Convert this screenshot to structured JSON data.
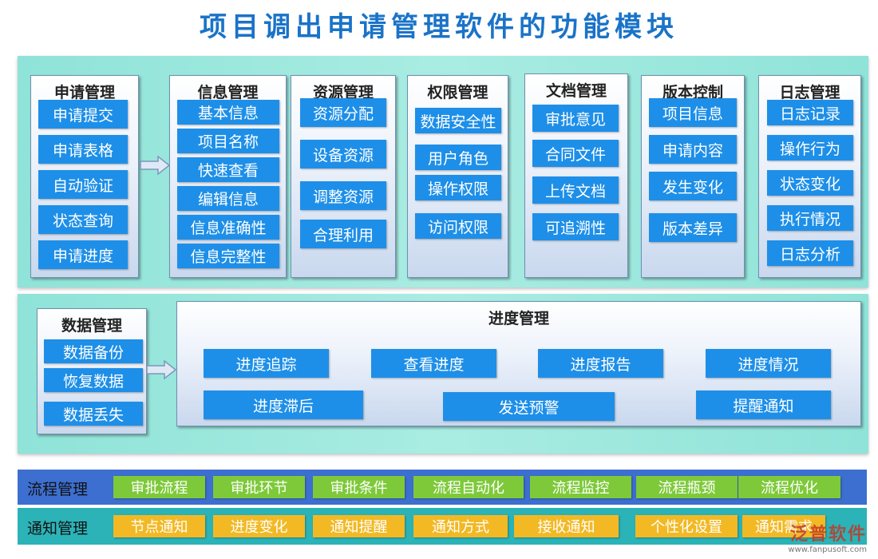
{
  "title": "项目调出申请管理软件的功能模块",
  "colors": {
    "accent": "#1e8fe8",
    "band": "#a9ece2",
    "flow_strip": "#3d6fd1",
    "notify_strip": "#2bb3b7",
    "green": "#7ec93a",
    "yellow": "#f2b924"
  },
  "apply": {
    "title": "申请管理",
    "items": [
      "申请提交",
      "申请表格",
      "自动验证",
      "状态查询",
      "申请进度"
    ]
  },
  "info": {
    "title": "信息管理",
    "items": [
      "基本信息",
      "项目名称",
      "快速查看",
      "编辑信息",
      "信息准确性",
      "信息完整性"
    ]
  },
  "resource": {
    "title": "资源管理",
    "items": [
      "资源分配",
      "设备资源",
      "调整资源",
      "合理利用"
    ]
  },
  "permission": {
    "title": "权限管理",
    "items": [
      "数据安全性",
      "用户角色",
      "操作权限",
      "访问权限"
    ]
  },
  "document": {
    "title": "文档管理",
    "items": [
      "审批意见",
      "合同文件",
      "上传文档",
      "可追溯性"
    ]
  },
  "version": {
    "title": "版本控制",
    "items": [
      "项目信息",
      "申请内容",
      "发生变化",
      "版本差异"
    ]
  },
  "log": {
    "title": "日志管理",
    "items": [
      "日志记录",
      "操作行为",
      "状态变化",
      "执行情况",
      "日志分析"
    ]
  },
  "data_mgmt": {
    "title": "数据管理",
    "items": [
      "数据备份",
      "恢复数据",
      "数据丢失"
    ]
  },
  "progress": {
    "title": "进度管理",
    "items": [
      "进度追踪",
      "查看进度",
      "进度报告",
      "进度情况",
      "进度滞后",
      "发送预警",
      "提醒通知"
    ]
  },
  "flow": {
    "label": "流程管理",
    "items": [
      "审批流程",
      "审批环节",
      "审批条件",
      "流程自动化",
      "流程监控",
      "流程瓶颈",
      "流程优化"
    ]
  },
  "notify": {
    "label": "通知管理",
    "items": [
      "节点通知",
      "进度变化",
      "通知提醒",
      "通知方式",
      "接收通知",
      "个性化设置",
      "通知需求"
    ]
  },
  "logo": {
    "text": "泛普软件",
    "url": "www.fanpusoft.com"
  }
}
